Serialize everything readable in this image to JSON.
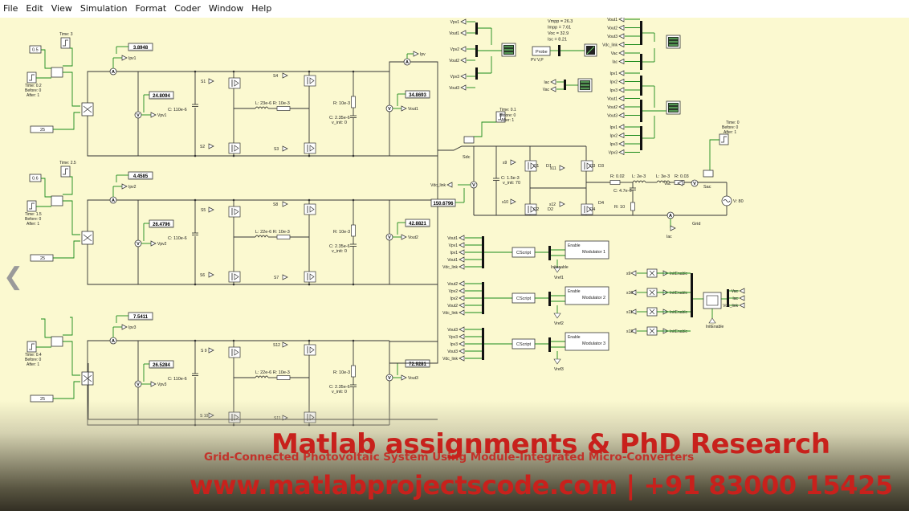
{
  "menu": [
    "File",
    "Edit",
    "View",
    "Simulation",
    "Format",
    "Coder",
    "Window",
    "Help"
  ],
  "overlay": {
    "headline": "Matlab assignments & PhD Research",
    "subtitle": "Grid-Connected Photovoltaic System Using Module-Integrated Micro-Converters",
    "contact": "www.matlabprojectscode.com | +91 83000 15425"
  },
  "stages": [
    {
      "step_time": "Time: 0.2",
      "step_before": "Before: 0",
      "step_after": "After: 1",
      "irr_const": "0.5",
      "irr_step_label": "Time: 3",
      "temp_const": "25",
      "ipv_meter": "3.8948",
      "ipv_label": "Ipv1",
      "vpv_meter": "24.8094",
      "vpv_label": "Vpv1",
      "cin": "C: 110e-6",
      "g_top": "S1",
      "g_bot": "S2",
      "g_top2": "S4",
      "g_bot2": "S3",
      "lr": "L: 23e-6   R: 10e-3",
      "rl": "R: 10e-3",
      "cout": "C: 2.35e-6",
      "vinit": "v_init: 0",
      "vout_meter": "34.8693",
      "vout_label": "Vout1"
    },
    {
      "step_time": "Time: 1.5",
      "step_before": "Before: 0",
      "step_after": "After: 1",
      "irr_const": "0.6",
      "irr_step_label": "Time: 2.5",
      "temp_const": "25",
      "ipv_meter": "4.4585",
      "ipv_label": "Ipv2",
      "vpv_meter": "26.4796",
      "vpv_label": "Vpv2",
      "cin": "C: 110e-6",
      "g_top": "S5",
      "g_bot": "S6",
      "g_top2": "S8",
      "g_bot2": "S7",
      "lr": "L: 22e-6   R: 10e-3",
      "rl": "R: 10e-3",
      "cout": "C: 2.35e-6",
      "vinit": "v_init: 0",
      "vout_meter": "42.8821",
      "vout_label": "Vout2"
    },
    {
      "step_time": "Time: 0.4",
      "step_before": "Before: 0",
      "step_after": "After: 1",
      "irr_const": "",
      "irr_step_label": "",
      "temp_const": "25",
      "ipv_meter": "7.5411",
      "ipv_label": "Ipv3",
      "vpv_meter": "26.5284",
      "vpv_label": "Vpv3",
      "cin": "C: 110e-6",
      "g_top": "S 9",
      "g_bot": "S 10",
      "g_top2": "S12",
      "g_bot2": "S11",
      "lr": "L: 22e-6   R: 10e-3",
      "rl": "R: 10e-3",
      "cout": "C: 2.35e-6",
      "vinit": "v_init: 0",
      "vout_meter": "72.9281",
      "vout_label": "Vout3"
    }
  ],
  "dclink": {
    "meter": "150.6796",
    "label": "Vdc_link",
    "cap": "C: 1.5e-3",
    "vinit": "v_init: 70",
    "sdc": "Sdc",
    "step_time": "Time: 0.1",
    "step_before": "Before: 0",
    "step_after": "After: 1",
    "ipv": "Ipv"
  },
  "inverter": {
    "gates": [
      "s9",
      "s10",
      "s11",
      "s12"
    ],
    "switches": [
      "Q1",
      "Q2",
      "Q3",
      "Q4"
    ],
    "diodes": [
      "D1",
      "D2",
      "D3",
      "D4"
    ],
    "rfilter": "R: 0.02",
    "lfilter": "L: 2e-3",
    "cfilter": "C: 4.7e-6",
    "rdamp": "R: 10",
    "lgrid": "L: 3e-3",
    "rgrid": "R: 0.03",
    "vac": "Vac",
    "iac": "Iac",
    "vgrid": "V: 80",
    "grid": "Grid",
    "sac": "Sac",
    "step_time": "Time: 0",
    "step_before": "Before: 0",
    "step_after": "After: 1"
  },
  "probe": {
    "label": "Probe",
    "sublabel": "PV V,P",
    "readout": [
      "Vmpp = 26.3",
      "Impp = 7.61",
      "Voc = 32.9",
      "Isc = 8.21"
    ]
  },
  "scope_groups": [
    [
      "Vpv1",
      "Vout1",
      "Vpv2",
      "Vout2",
      "Vpv3",
      "Vout3"
    ],
    [
      "Iac",
      "Vac"
    ],
    [
      "Vout1",
      "Vout2",
      "Vout3",
      "Vdc_link",
      "Vac",
      "Iac",
      "Ipv1",
      "Ipv2",
      "Ipv3",
      "Vout1",
      "Vout2",
      "Vout3",
      "Ipv1",
      "Ipv2",
      "Ipv3",
      "Vpv3"
    ]
  ],
  "modulators": [
    {
      "inputs": [
        "Vout1",
        "Vpv1",
        "Ipv1",
        "Vout1",
        "Vdc_link"
      ],
      "script": "CScript",
      "name": "Modulator 1",
      "enable": "Enable",
      "init": "Initenable",
      "vref": "Vref1"
    },
    {
      "inputs": [
        "Vout2",
        "Vpv2",
        "Ipv2",
        "Vout2",
        "Vdc_link"
      ],
      "script": "CScript",
      "name": "Modulator 2",
      "enable": "Enable",
      "init": "",
      "vref": "Vref2"
    },
    {
      "inputs": [
        "Vout3",
        "Vpv3",
        "Ipv3",
        "Vout3",
        "Vdc_link"
      ],
      "script": "CScript",
      "name": "Modulator 3",
      "enable": "Enable",
      "init": "",
      "vref": "Vref3"
    }
  ],
  "gating": {
    "outputs": [
      "s9",
      "s10",
      "s11",
      "s12"
    ],
    "init": "InitEnable",
    "inputs": [
      "Vac",
      "Iac",
      "Vdc_link"
    ],
    "enable": "InitEnable"
  }
}
